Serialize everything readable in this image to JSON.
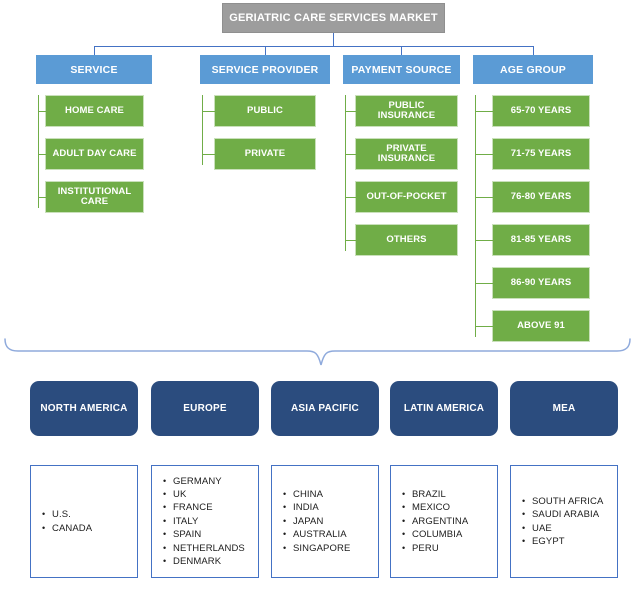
{
  "title": "GERIATRIC CARE SERVICES MARKET",
  "segments": [
    {
      "label": "SERVICE",
      "items": [
        "HOME CARE",
        "ADULT DAY CARE",
        "INSTITUTIONAL CARE"
      ]
    },
    {
      "label": "SERVICE PROVIDER",
      "items": [
        "PUBLIC",
        "PRIVATE"
      ]
    },
    {
      "label": "PAYMENT SOURCE",
      "items": [
        "PUBLIC INSURANCE",
        "PRIVATE INSURANCE",
        "OUT-OF-POCKET",
        "OTHERS"
      ]
    },
    {
      "label": "AGE GROUP",
      "items": [
        "65-70 YEARS",
        "71-75 YEARS",
        "76-80 YEARS",
        "81-85 YEARS",
        "86-90 YEARS",
        "ABOVE 91"
      ]
    }
  ],
  "regions": [
    {
      "label": "NORTH AMERICA",
      "countries": [
        "U.S.",
        "CANADA"
      ]
    },
    {
      "label": "EUROPE",
      "countries": [
        "GERMANY",
        "UK",
        "FRANCE",
        "ITALY",
        "SPAIN",
        "NETHERLANDS",
        "DENMARK"
      ]
    },
    {
      "label": "ASIA PACIFIC",
      "countries": [
        "CHINA",
        "INDIA",
        "JAPAN",
        "AUSTRALIA",
        "SINGAPORE"
      ]
    },
    {
      "label": "LATIN AMERICA",
      "countries": [
        "BRAZIL",
        "MEXICO",
        "ARGENTINA",
        "COLUMBIA",
        "PERU"
      ]
    },
    {
      "label": "MEA",
      "countries": [
        "SOUTH AFRICA",
        "SAUDI ARABIA",
        "UAE",
        "EGYPT"
      ]
    }
  ],
  "colors": {
    "title_bg": "#9d9d9d",
    "segment_header": "#5b9bd5",
    "segment_item": "#70ad47",
    "connector_blue": "#4472c4",
    "connector_green": "#70ad47",
    "region_box": "#2b4c7e",
    "country_border": "#4472c4",
    "brace": "#8faadc"
  }
}
